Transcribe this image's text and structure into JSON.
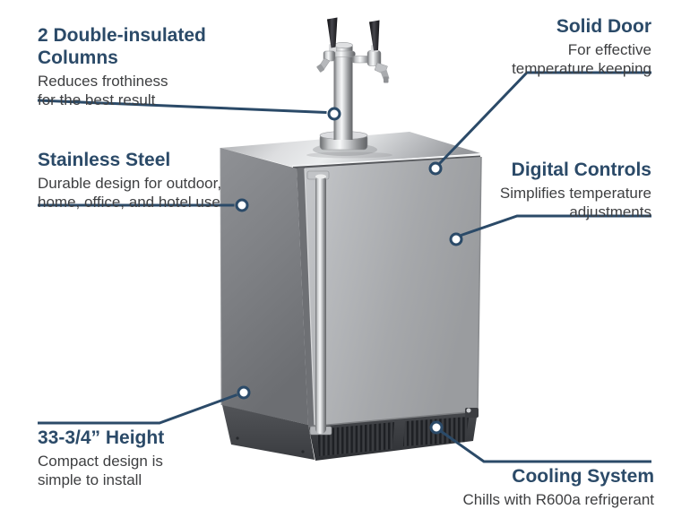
{
  "colors": {
    "accent": "#2b4a68",
    "body_text": "#3e3f41",
    "background": "#ffffff"
  },
  "callouts": {
    "insulated_columns": {
      "title_lines": [
        "2 Double-insulated",
        "Columns"
      ],
      "desc_lines": [
        "Reduces frothiness",
        "for the best result"
      ]
    },
    "stainless_steel": {
      "title_lines": [
        "Stainless Steel"
      ],
      "desc_lines": [
        "Durable design for outdoor,",
        "home, office, and hotel use"
      ]
    },
    "height": {
      "title_lines": [
        "33-3/4” Height"
      ],
      "desc_lines": [
        "Compact design is",
        "simple to install"
      ]
    },
    "solid_door": {
      "title_lines": [
        "Solid Door"
      ],
      "desc_lines": [
        "For effective",
        "temperature keeping"
      ]
    },
    "digital_controls": {
      "title_lines": [
        "Digital Controls"
      ],
      "desc_lines": [
        "Simplifies temperature",
        "adjustments"
      ]
    },
    "cooling_system": {
      "title_lines": [
        "Cooling System"
      ],
      "desc_lines": [
        "Chills with R600a refrigerant"
      ]
    }
  }
}
